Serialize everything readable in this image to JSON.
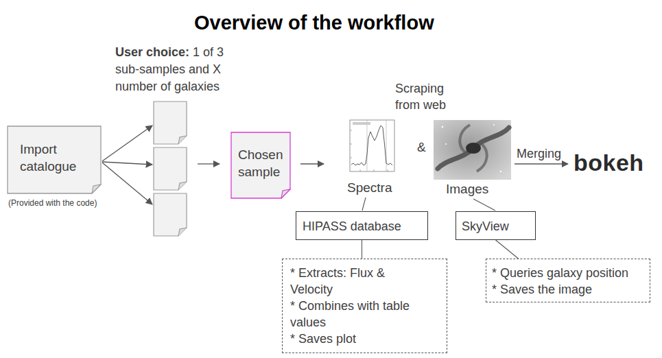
{
  "diagram": {
    "title": "Overview of the workflow",
    "nodes": [
      {
        "text": [
          "Import catalogue"
        ]
      },
      {
        "text": [
          "Chosen sample"
        ]
      },
      {
        "text": [
          "HIPASS database"
        ]
      },
      {
        "text": [
          "SkyView"
        ]
      },
      {
        "text": [
          "* Extracts: Flux & Velocity",
          "* Combines with table values",
          "* Saves plot"
        ]
      },
      {
        "text": [
          "* Queries galaxy position",
          "* Saves the image"
        ]
      }
    ],
    "edges": [
      {
        "from": 2,
        "to": 4,
        "arrow": "none"
      },
      {
        "from": 3,
        "to": 5,
        "arrow": "none"
      }
    ],
    "labels": [
      "User choice:",
      "1 of 3 sub-samples and X number of galaxies",
      "(Provided with the code)",
      "Scraping from web",
      "&",
      "Spectra",
      "Images",
      "Merging",
      "bokeh"
    ]
  }
}
